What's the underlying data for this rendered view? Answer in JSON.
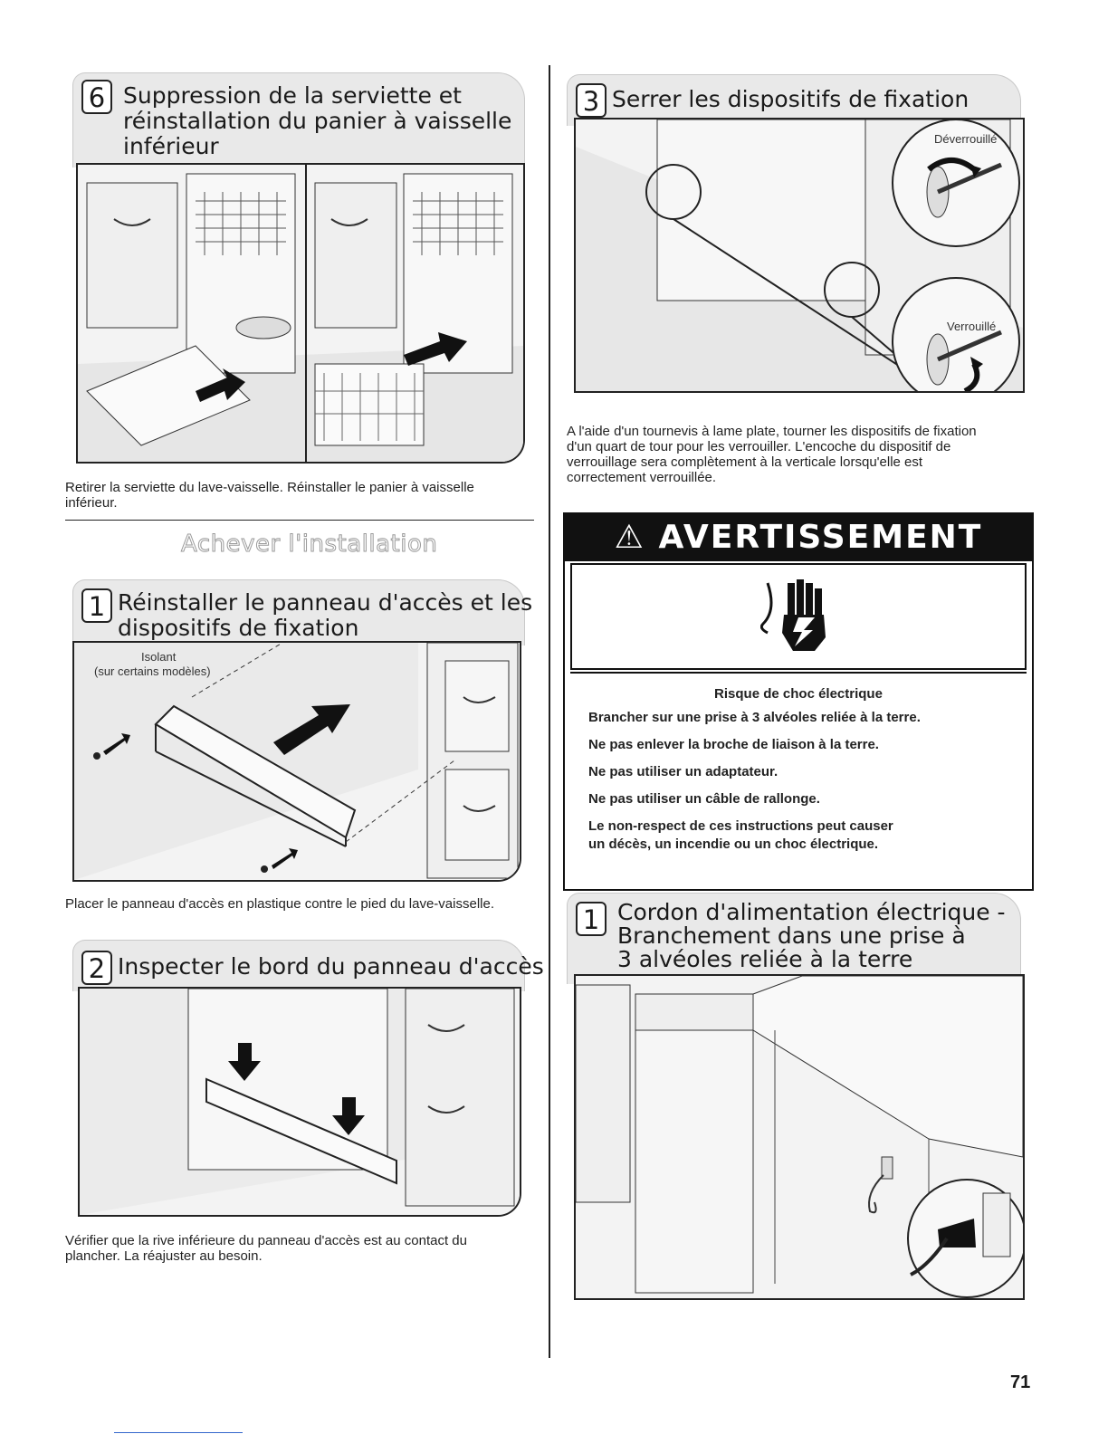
{
  "left": {
    "step6": {
      "number": "6",
      "title_line1": "Suppression de la serviette et",
      "title_line2": "réinstallation du panier à vaisselle",
      "title_line3": "inférieur",
      "caption": "Retirer la serviette du lave-vaisselle. Réinstaller le panier à vaisselle inférieur."
    },
    "section_title": "Achever l'installation",
    "step1": {
      "number": "1",
      "title_line1": "Réinstaller le panneau d'accès et les",
      "title_line2": "dispositifs de fixation",
      "label_isolant": "Isolant",
      "label_models": "(sur certains modèles)",
      "caption": "Placer le panneau d'accès en plastique contre le pied du lave-vaisselle."
    },
    "step2": {
      "number": "2",
      "title": "Inspecter le bord du panneau d'accès",
      "caption": "Vérifier que la rive inférieure du panneau d'accès est au contact du plancher. La réajuster au besoin."
    }
  },
  "right": {
    "step3": {
      "number": "3",
      "title": "Serrer les dispositifs de fixation",
      "label_unlocked": "Déverrouillé",
      "label_locked": "Verrouillé",
      "caption": "A l'aide d'un tournevis à lame plate, tourner les dispositifs de fixation d'un quart de tour pour les verrouiller. L'encoche du dispositif de verrouillage sera complètement à la verticale lorsqu'elle est correctement verrouillée."
    },
    "warning": {
      "heading": "AVERTISSEMENT",
      "risk": "Risque de choc électrique",
      "line1": "Brancher sur une prise à 3 alvéoles reliée à la terre.",
      "line2": "Ne pas enlever la broche de liaison à la terre.",
      "line3": "Ne pas utiliser un adaptateur.",
      "line4": "Ne pas utiliser un câble de rallonge.",
      "line5": "Le non-respect de ces instructions peut causer",
      "line6": "un décès, un incendie ou un choc électrique."
    },
    "step1b": {
      "number": "1",
      "title_line1": "Cordon d'alimentation électrique -",
      "title_line2": "Branchement dans une prise à",
      "title_line3": "3 alvéoles reliée à la terre"
    }
  },
  "page_number": "71"
}
